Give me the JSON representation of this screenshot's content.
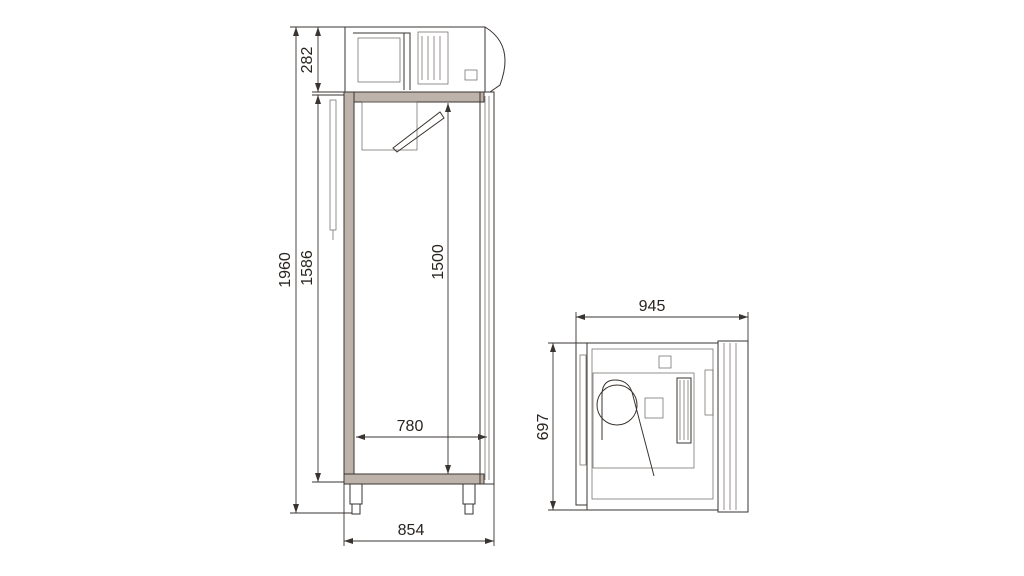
{
  "dimensions": {
    "total_height": "1960",
    "unit_height": "282",
    "body_height": "1586",
    "inner_height": "1500",
    "inner_width": "780",
    "front_width": "854",
    "top_depth": "945",
    "top_width": "697"
  },
  "colors": {
    "line": "#3a3430",
    "insulation": "#bdb3aa"
  }
}
